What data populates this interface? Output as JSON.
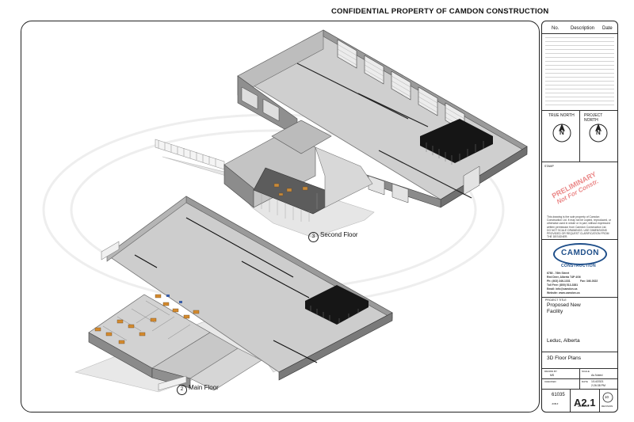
{
  "header": {
    "confidential": "CONFIDENTIAL PROPERTY OF CAMDON CONSTRUCTION"
  },
  "views": [
    {
      "number": "3",
      "label": "Second Floor"
    },
    {
      "number": "2",
      "label": "Main Floor"
    }
  ],
  "title_block": {
    "revision_columns": [
      "No.",
      "Description",
      "Date"
    ],
    "true_north": "TRUE NORTH",
    "project_north": "PROJECT NORTH",
    "north_letter": "N",
    "stamp_label": "STAMP",
    "stamp_text_1": "PRELIMINARY",
    "stamp_text_2": "Not For Constr.",
    "notice": "This drawing is the sole property of Camdon Construction Ltd. It may not be copied, reproduced, or otherwise used in whole or in part, without expressed written permission from Camdon Construction Ltd.",
    "scale_note": "DO NOT SCALE DRAWINGS. USE DIMENSIONS PROVIDED OR REQUEST CLARIFICATION FROM THE DESIGNER.",
    "company_logo": "CAMDON",
    "company_sub": "CONSTRUCTION",
    "address_line1": "6780 - 76th Street",
    "address_line2": "Red Deer, Alberta T4P 4G6",
    "phone": "Ph: (403) 346-1331",
    "fax": "Fax: 346-0322",
    "toll_free": "Toll Free: (800) 513-3381",
    "email": "Email: info@camdon.ca",
    "website": "Website: www.camdon.ca",
    "project_title_label": "PROJECT TITLE",
    "project_title_1": "Proposed New",
    "project_title_2": "Facility",
    "location": "Leduc, Alberta",
    "drawing_title": "3D Floor Plans",
    "drawn_by_label": "DRAWN BY",
    "drawn_by": "MS",
    "scale_label": "SCALE",
    "scale_value": "As Noted",
    "checked_label": "CHECKED",
    "date_label": "DATE",
    "date_value": "1/14/2021",
    "time_value": "2:26:38 PM",
    "job_number": "61035",
    "job_label": "JOB #",
    "sheet_number": "A2.1",
    "drawing_label": "DRAWING",
    "revision_label": "REVISION",
    "revision_value": "10"
  }
}
